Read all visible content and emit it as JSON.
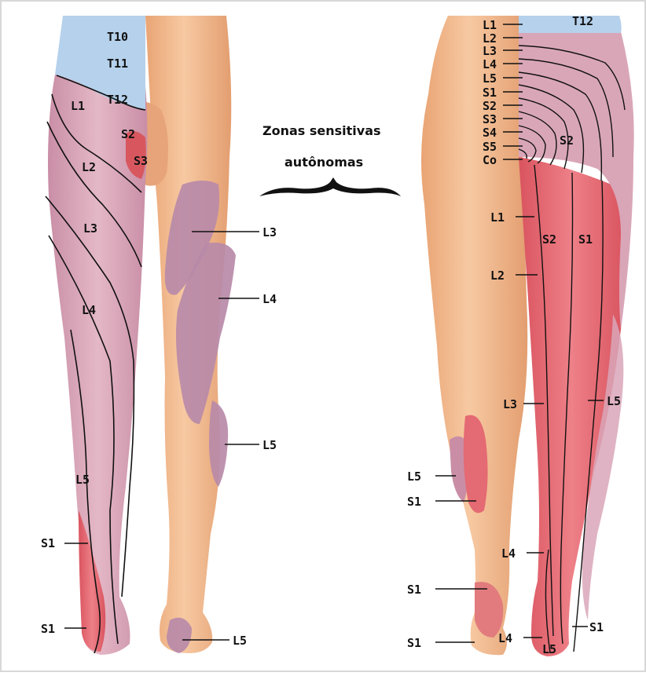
{
  "annotation": {
    "line1": "Zonas sensitivas",
    "line2": "autônomas"
  },
  "front": {
    "labels": [
      "T10",
      "T11",
      "T12",
      "L1",
      "S2",
      "S3",
      "L2",
      "L3",
      "L4",
      "L5",
      "S1",
      "S1",
      "L3",
      "L4",
      "L5",
      "L5"
    ]
  },
  "back": {
    "labels": [
      "T12",
      "L1",
      "L2",
      "L3",
      "L4",
      "L5",
      "S1",
      "S2",
      "S3",
      "S4",
      "S5",
      "Co",
      "S2",
      "L1",
      "S2",
      "S1",
      "L2",
      "L3",
      "L5",
      "L5",
      "S1",
      "L4",
      "S1",
      "S1",
      "L4",
      "L5"
    ]
  },
  "colors": {
    "skin": "#f2b98d",
    "skin_shadow": "#e09a6b",
    "dermatome_blue": "#b5d1ec",
    "dermatome_mauve": "#d9a6b8",
    "dermatome_red": "#e46a73",
    "zone_purple": "#b98aa8"
  }
}
